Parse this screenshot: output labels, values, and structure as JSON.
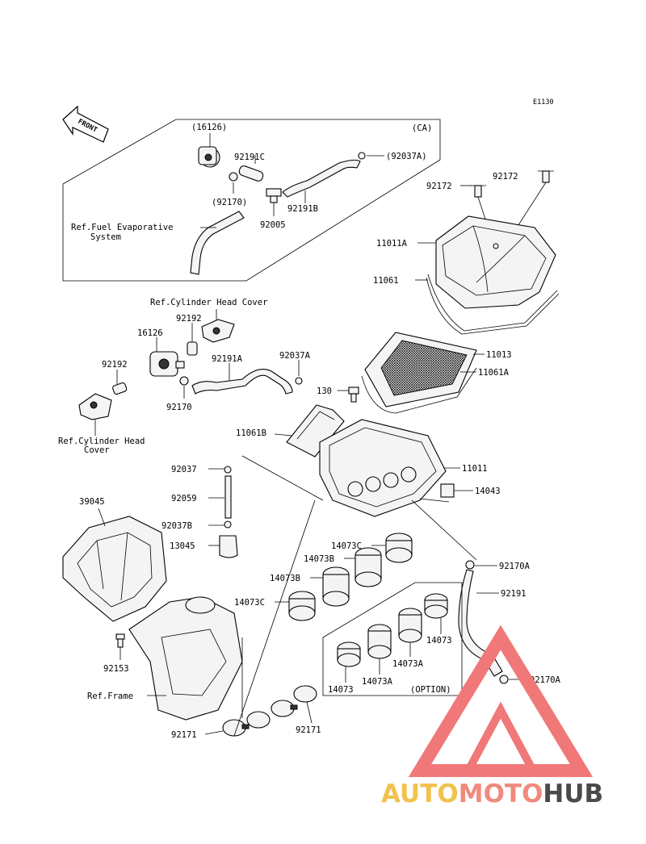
{
  "diagram_code": "E1130",
  "front_label": "FRONT",
  "ca_label": "(CA)",
  "option_label": "(OPTION)",
  "labels": {
    "p16126_ca": "(16126)",
    "p92191C": "92191C",
    "p92037A_ca": "(92037A)",
    "p92170_ca": "(92170)",
    "p92191B": "92191B",
    "p92005": "92005",
    "ref_fuel_1": "Ref.Fuel Evaporative",
    "ref_fuel_2": "System",
    "p92172_a": "92172",
    "p92172_b": "92172",
    "p11011A": "11011A",
    "p11061": "11061",
    "ref_chc_top": "Ref.Cylinder Head Cover",
    "p92192_a": "92192",
    "p16126": "16126",
    "p92192_b": "92192",
    "p92170": "92170",
    "p92191A": "92191A",
    "p92037A": "92037A",
    "p130": "130",
    "p11013": "11013",
    "p11061A": "11061A",
    "ref_chc_1": "Ref.Cylinder Head",
    "ref_chc_2": "Cover",
    "p11061B": "11061B",
    "p92037": "92037",
    "p11011": "11011",
    "p92059": "92059",
    "p14043": "14043",
    "p39045": "39045",
    "p92037B": "92037B",
    "p13045": "13045",
    "p14073C_a": "14073C",
    "p14073B_a": "14073B",
    "p92170A_a": "92170A",
    "p14073B_b": "14073B",
    "p92191": "92191",
    "p14073C_b": "14073C",
    "p14073_a": "14073",
    "p92153": "92153",
    "p14073A_a": "14073A",
    "p92170A_b": "92170A",
    "p14073_b": "14073",
    "p14073A_b": "14073A",
    "ref_frame": "Ref.Frame",
    "p92171_a": "92171",
    "p92171_b": "92171"
  },
  "watermark": {
    "part1": "AUTO",
    "part2": "MOTO",
    "part3": "HUB",
    "colors": {
      "auto": "#f2c14e",
      "moto": "#f08a7e",
      "hub": "#4a4a4a",
      "triangle": "#f07878"
    }
  }
}
